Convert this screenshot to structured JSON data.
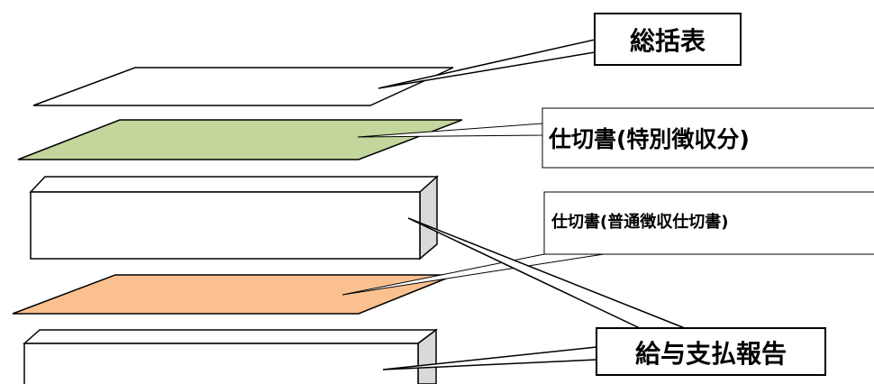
{
  "labels": {
    "summary": "総括表",
    "special_collection": "仕切書(特別徴収分)",
    "normal_collection": "仕切書(普通徴収仕切書)",
    "salary_report": "給与支払報告"
  },
  "colors": {
    "outline": "#000000",
    "sheet_white": "#ffffff",
    "sheet_green": "#c3d69b",
    "sheet_orange": "#fac090",
    "box_side": "#d9d9d9",
    "callout_fill": "#ffffff"
  }
}
